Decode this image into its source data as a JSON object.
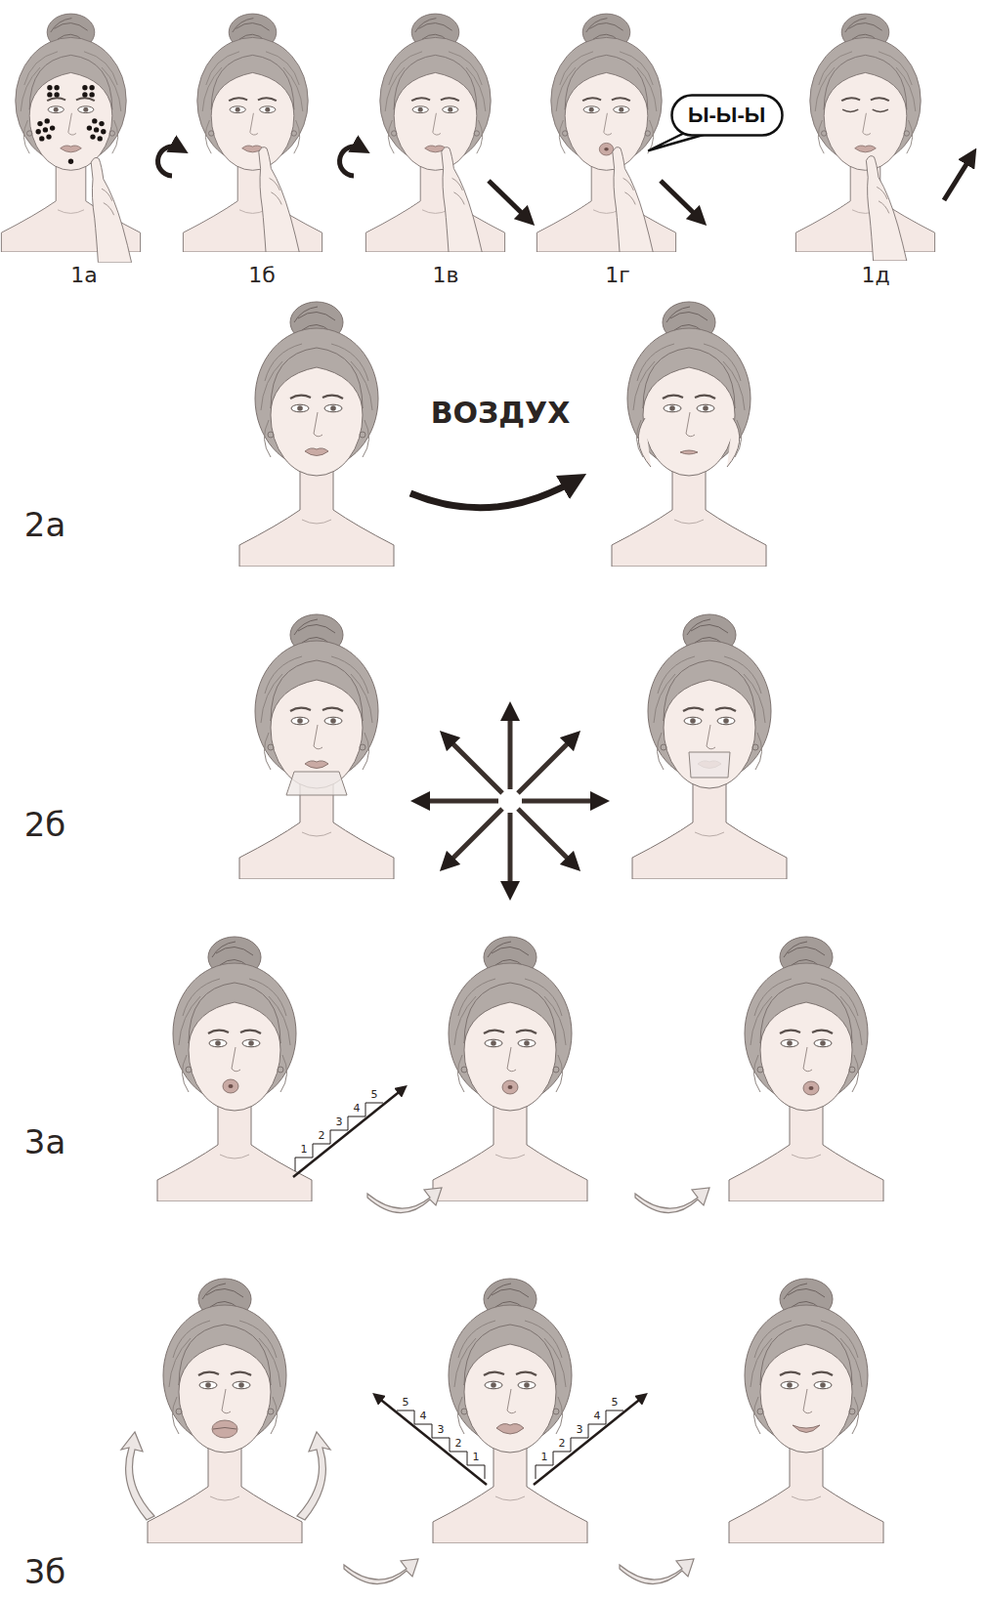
{
  "diagram": {
    "nodes": [
      {
        "text": [
          "Ы-Ы-Ы"
        ]
      }
    ],
    "labels": [
      "1а",
      "1б",
      "1в",
      "1г",
      "1д",
      "ВОЗДУХ",
      "2а",
      "2б",
      "3а",
      "1",
      "2",
      "3",
      "4",
      "5",
      "3б",
      "5",
      "4",
      "3",
      "2",
      "1",
      "1",
      "2",
      "3",
      "4",
      "5"
    ]
  }
}
